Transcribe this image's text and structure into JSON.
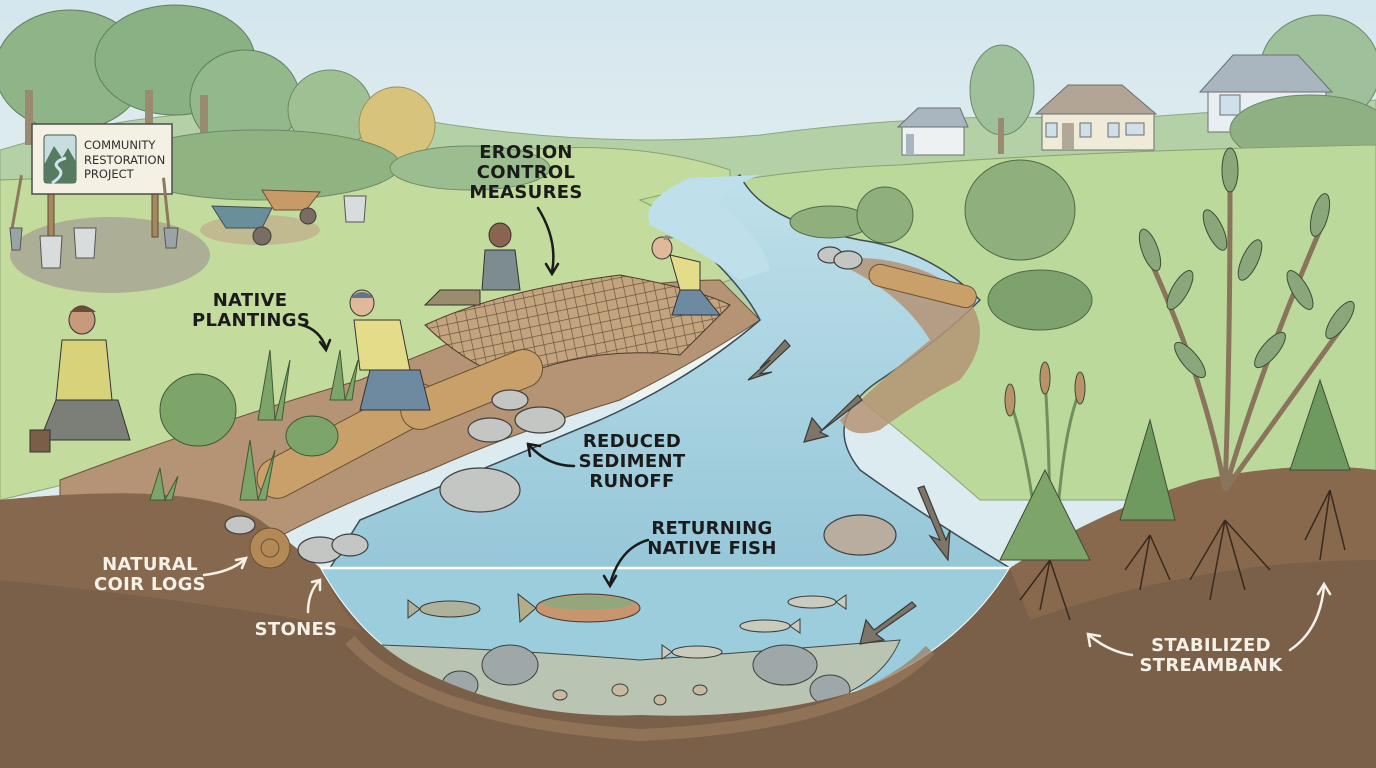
{
  "diagram": {
    "title": "Community stream restoration cross-section",
    "sign": {
      "text": "COMMUNITY\nRESTORATION\nPROJECT",
      "logo_icon": "mountain-river-logo-icon"
    },
    "labels": [
      {
        "id": "erosion-control",
        "text": "EROSION\nCONTROL\nMEASURES",
        "style": "dark"
      },
      {
        "id": "native-plantings",
        "text": "NATIVE\nPLANTINGS",
        "style": "dark"
      },
      {
        "id": "reduced-sediment",
        "text": "REDUCED\nSEDIMENT\nRUNOFF",
        "style": "dark"
      },
      {
        "id": "returning-fish",
        "text": "RETURNING\nNATIVE FISH",
        "style": "dark"
      },
      {
        "id": "coir-logs",
        "text": "NATURAL\nCOIR LOGS",
        "style": "light"
      },
      {
        "id": "stones",
        "text": "STONES",
        "style": "light"
      },
      {
        "id": "streambank",
        "text": "STABILIZED\nSTREAMBANK",
        "style": "light"
      }
    ],
    "elements": {
      "workers": 4,
      "houses": 3,
      "fish": 5,
      "wheelbarrows": 2,
      "buckets": 3,
      "flow_arrows": 4
    },
    "colors": {
      "sky": "#dcebf0",
      "hills": "#a9c79a",
      "meadow": "#c3dc9e",
      "water": "#a9d4e2",
      "water_deep": "#8fc3d6",
      "soil": "#7a6049",
      "soil_light": "#9a7a5c",
      "bank_dirt": "#b49474",
      "coir": "#c9a06a",
      "stone": "#b9bcb8",
      "foliage": "#7da56a",
      "foliage_dark": "#5f8a55",
      "label_dark": "#1b1b1b",
      "label_light": "#f6f1e7"
    }
  }
}
